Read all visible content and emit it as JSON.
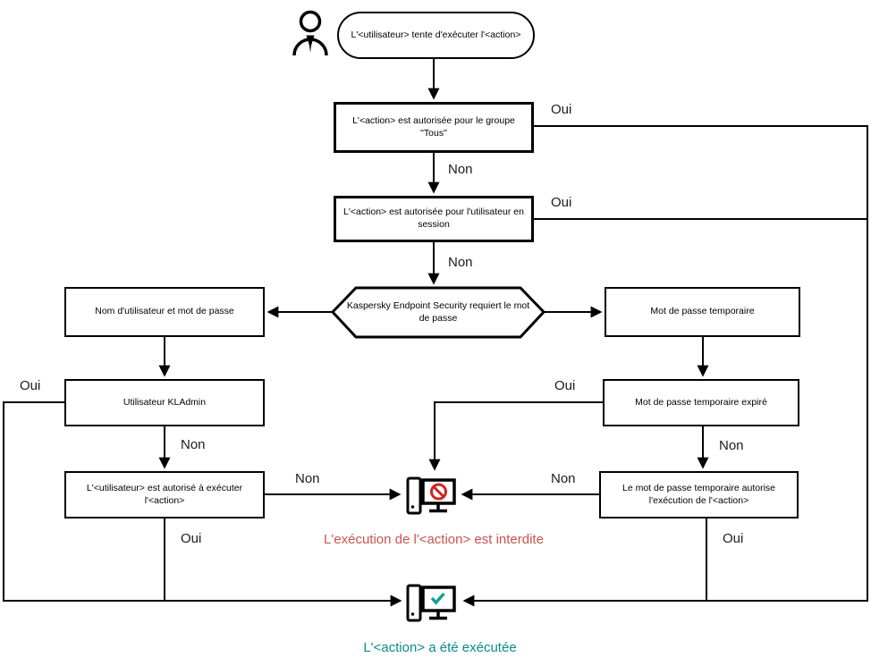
{
  "flowchart": {
    "nodes": {
      "start": "L'<utilisateur> tente d'exécuter l'<action>",
      "group_all": "L'<action> est autorisée pour le groupe \"Tous\"",
      "session_user": "L'<action> est autorisée pour l'utilisateur en session",
      "password_required": "Kaspersky Endpoint Security requiert le mot de passe",
      "username_password": "Nom d'utilisateur et mot de passe",
      "temp_password": "Mot de passe temporaire",
      "kladmin": "Utilisateur KLAdmin",
      "temp_expired": "Mot de passe temporaire expiré",
      "user_authorized": "L'<utilisateur> est autorisé à exécuter l'<action>",
      "temp_authorizes": "Le mot de passe temporaire autorise l'exécution de l'<action>"
    },
    "edge_labels": {
      "oui": "Oui",
      "non": "Non"
    },
    "outcomes": {
      "forbidden": "L'exécution de l'<action> est interdite",
      "executed": "L'<action> a été exécutée"
    },
    "icons": {
      "user": "user-icon",
      "forbidden": "forbidden-computer-icon",
      "success": "success-computer-icon"
    },
    "colors": {
      "line": "#000000",
      "forbidden_text": "#c8544e",
      "prohibition_red": "#d02420",
      "executed_text": "#0a8c88",
      "check_teal": "#14a08e"
    }
  }
}
